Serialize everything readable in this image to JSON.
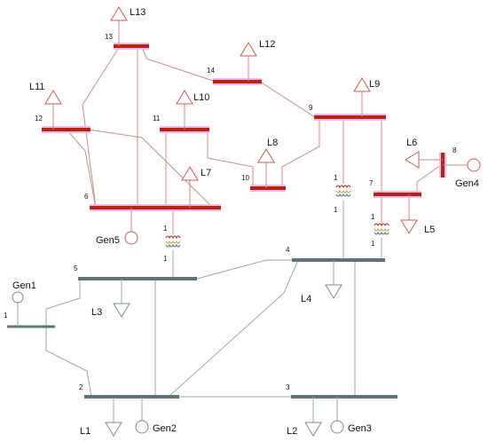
{
  "colors": {
    "hv_bus": "#5b7479",
    "lv_bus": "#b32418",
    "bus_glow": "#f0b8e6",
    "hv_line": "#9aa8ab",
    "lv_line": "#c88e88",
    "coil": "#c9a24a"
  },
  "buses": [
    {
      "id": "1",
      "label": "1",
      "level": "hv"
    },
    {
      "id": "2",
      "label": "2",
      "level": "hv"
    },
    {
      "id": "3",
      "label": "3",
      "level": "hv"
    },
    {
      "id": "4",
      "label": "4",
      "level": "hv"
    },
    {
      "id": "5",
      "label": "5",
      "level": "hv"
    },
    {
      "id": "6",
      "label": "6",
      "level": "lv"
    },
    {
      "id": "7",
      "label": "7",
      "level": "lv"
    },
    {
      "id": "8",
      "label": "8",
      "level": "lv"
    },
    {
      "id": "9",
      "label": "9",
      "level": "lv"
    },
    {
      "id": "10",
      "label": "10",
      "level": "lv"
    },
    {
      "id": "11",
      "label": "11",
      "level": "lv"
    },
    {
      "id": "12",
      "label": "12",
      "level": "lv"
    },
    {
      "id": "13",
      "label": "13",
      "level": "lv"
    },
    {
      "id": "14",
      "label": "14",
      "level": "lv"
    }
  ],
  "generators": [
    {
      "id": "Gen1",
      "label": "Gen1",
      "bus": "1"
    },
    {
      "id": "Gen2",
      "label": "Gen2",
      "bus": "2"
    },
    {
      "id": "Gen3",
      "label": "Gen3",
      "bus": "3"
    },
    {
      "id": "Gen4",
      "label": "Gen4",
      "bus": "8"
    },
    {
      "id": "Gen5",
      "label": "Gen5",
      "bus": "6"
    }
  ],
  "loads": [
    {
      "id": "L1",
      "label": "L1",
      "bus": "2"
    },
    {
      "id": "L2",
      "label": "L2",
      "bus": "3"
    },
    {
      "id": "L3",
      "label": "L3",
      "bus": "5"
    },
    {
      "id": "L4",
      "label": "L4",
      "bus": "4"
    },
    {
      "id": "L5",
      "label": "L5",
      "bus": "7"
    },
    {
      "id": "L6",
      "label": "L6",
      "bus": "8"
    },
    {
      "id": "L7",
      "label": "L7",
      "bus": "6"
    },
    {
      "id": "L8",
      "label": "L8",
      "bus": "10"
    },
    {
      "id": "L9",
      "label": "L9",
      "bus": "9"
    },
    {
      "id": "L10",
      "label": "L10",
      "bus": "11"
    },
    {
      "id": "L11",
      "label": "L11",
      "bus": "12"
    },
    {
      "id": "L12",
      "label": "L12",
      "bus": "14"
    },
    {
      "id": "L13",
      "label": "L13",
      "bus": "13"
    }
  ],
  "transformers": [
    {
      "id": "T5-6",
      "from": "5",
      "to": "6",
      "tap_top": "1",
      "tap_bottom": "1"
    },
    {
      "id": "T4-9",
      "from": "4",
      "to": "9",
      "tap_top": "1",
      "tap_bottom": "1"
    },
    {
      "id": "T4-7",
      "from": "4",
      "to": "7",
      "tap_top": "1",
      "tap_bottom": "1"
    }
  ],
  "lines": [
    {
      "from": "1",
      "to": "2"
    },
    {
      "from": "1",
      "to": "5"
    },
    {
      "from": "2",
      "to": "3"
    },
    {
      "from": "2",
      "to": "4"
    },
    {
      "from": "2",
      "to": "5"
    },
    {
      "from": "3",
      "to": "4"
    },
    {
      "from": "4",
      "to": "5"
    },
    {
      "from": "6",
      "to": "11"
    },
    {
      "from": "6",
      "to": "12"
    },
    {
      "from": "6",
      "to": "13"
    },
    {
      "from": "7",
      "to": "8"
    },
    {
      "from": "7",
      "to": "9"
    },
    {
      "from": "9",
      "to": "10"
    },
    {
      "from": "9",
      "to": "14"
    },
    {
      "from": "10",
      "to": "11"
    },
    {
      "from": "12",
      "to": "13"
    },
    {
      "from": "13",
      "to": "14"
    }
  ]
}
